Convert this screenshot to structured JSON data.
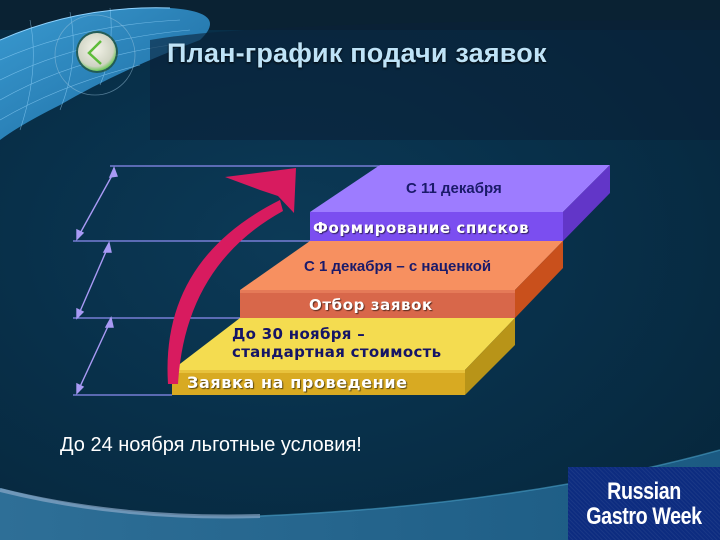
{
  "slide": {
    "title": "План-график подачи заявок",
    "back_button_icon": "chevron-left-icon",
    "footer_note": "До 24 ноября льготные условия!",
    "logo": {
      "line1": "Russian",
      "line2": "Gastro Week"
    }
  },
  "steps": [
    {
      "face_label": "Заявка на проведение",
      "top_label_line1": "До 30 ноября –",
      "top_label_line2": "стандартная стоимость",
      "color": "#f0d23c"
    },
    {
      "face_label": "Отбор заявок",
      "top_label": "С 1 декабря – с наценкой",
      "color": "#f58b5a"
    },
    {
      "face_label": "Формирование списков",
      "top_label": "С 11 декабря",
      "color": "#9a78ff"
    }
  ],
  "colors": {
    "background": "#08304a",
    "title": "#bfe3f7",
    "arrow": "#d81b5f",
    "guide_lines": "#8c8cf0",
    "logo_bg": "#0d2c80"
  }
}
